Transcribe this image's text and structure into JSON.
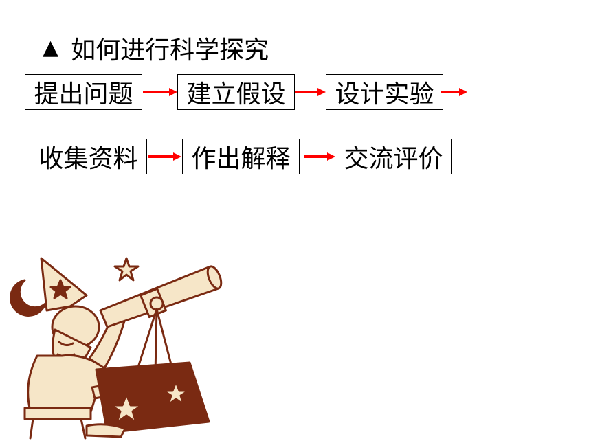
{
  "title": {
    "marker": "▲",
    "text": "如何进行科学探究"
  },
  "steps_row1": [
    "提出问题",
    "建立假设",
    "设计实验"
  ],
  "steps_row2": [
    "收集资料",
    "作出解释",
    "交流评价"
  ],
  "colors": {
    "arrow": "#ff0000",
    "illustration": "#7a2a12",
    "illustration_fill": "#f6e6c8"
  },
  "illustration": {
    "subject": "wizard-with-telescope"
  }
}
